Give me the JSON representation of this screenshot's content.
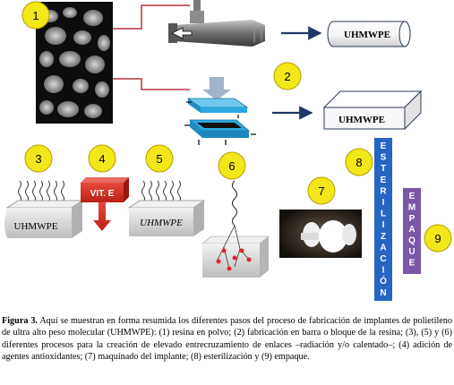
{
  "labels": {
    "step1": "1",
    "step2": "2",
    "step3": "3",
    "step4": "4",
    "step5": "5",
    "step6": "6",
    "step7": "7",
    "step8": "8",
    "step9": "9"
  },
  "product_labels": {
    "bar": "UHMWPE",
    "block": "UHMWPE",
    "step3_block": "UHMWPE",
    "step5_block": "UHMWPE"
  },
  "vit_e": "VIT. E",
  "esterilizacion": [
    "E",
    "S",
    "T",
    "E",
    "R",
    "I",
    "L",
    "I",
    "Z",
    "A",
    "C",
    "I",
    "Ó",
    "N"
  ],
  "empaque": [
    "E",
    "M",
    "P",
    "A",
    "Q",
    "U",
    "E"
  ],
  "caption": {
    "figure_label": "Figura 3.",
    "text": " Aquí se muestran en forma resumida los diferentes pasos del proceso de fabricación de implantes de polietileno de ultra alto peso molecular (UHMWPE): (1) resina en polvo; (2) fabricación en barra o bloque de la resina; (3), (5) y (6) diferentes procesos para la creación de elevado entrecruzamiento de enlaces –radiación y/o calentado–; (4) adición de agentes antioxidantes; (7) maquinado del implante; (8) esterilización y (9) empaque."
  },
  "colors": {
    "circle_fill": "#f3e619",
    "circle_stroke": "#b59d00",
    "line_red": "#b8343f",
    "arrow_navy": "#1f3864",
    "esterilizacion_bar": "#2565c4",
    "empaque_bar": "#7a56a8",
    "vit_e_red": "#d4291f",
    "press_blue": "#29aae1"
  }
}
